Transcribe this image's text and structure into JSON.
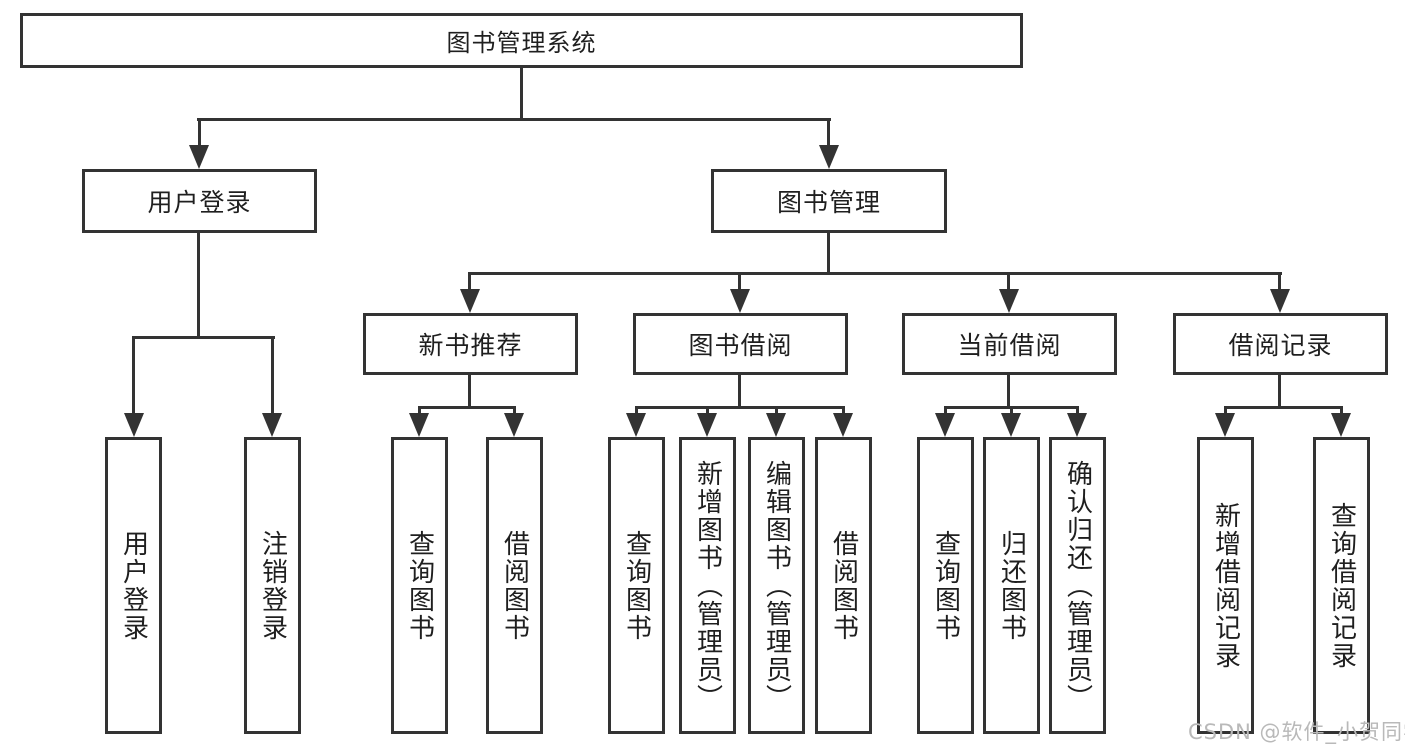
{
  "diagram": {
    "title": "图书管理系统",
    "colors": {
      "line": "#333333",
      "text": "#1f1f1f",
      "background": "#ffffff",
      "watermark_gray": "#b9b9b9"
    },
    "nodes": {
      "root": "图书管理系统",
      "user_login": "用户登录",
      "book_manage": "图书管理",
      "new_book_recommend": "新书推荐",
      "book_borrow": "图书借阅",
      "current_borrow": "当前借阅",
      "borrow_records": "借阅记录"
    },
    "leaves": {
      "login": [
        "用户登录",
        "注销登录"
      ],
      "recommend": [
        "查询图书",
        "借阅图书"
      ],
      "borrow": [
        "查询图书",
        "新增图书（管理员）",
        "编辑图书（管理员）",
        "借阅图书"
      ],
      "current": [
        "查询图书",
        "归还图书",
        "确认归还（管理员）"
      ],
      "records": [
        "新增借阅记录",
        "查询借阅记录"
      ]
    },
    "watermark": "CSDN @软件_小贺同学"
  }
}
